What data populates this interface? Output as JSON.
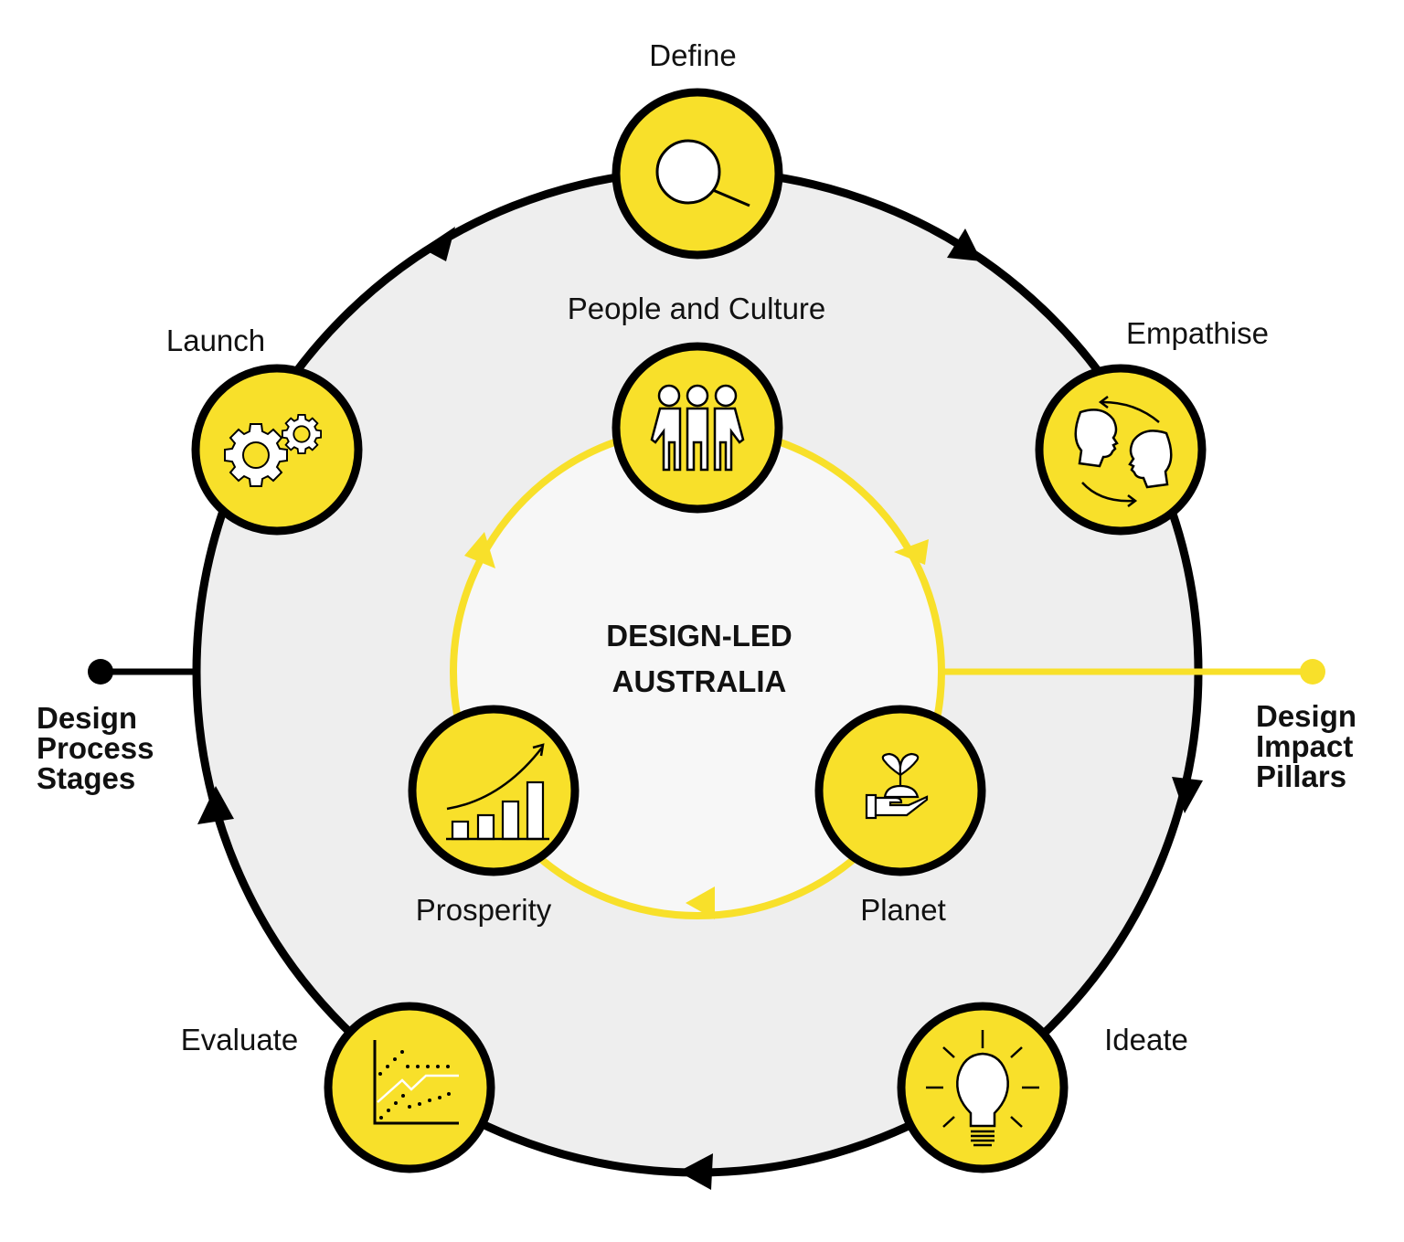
{
  "center": {
    "line1": "DESIGN-LED",
    "line2": "AUSTRALIA"
  },
  "colors": {
    "accent_yellow": "#f8e02a",
    "outline": "#000000",
    "outer_fill": "#eeeeee",
    "inner_fill": "#f7f7f7",
    "icon_fill": "#ffffff"
  },
  "process_stages": {
    "legend": [
      "Design",
      "Process",
      "Stages"
    ],
    "items": [
      {
        "label": "Define",
        "icon": "magnifier-icon"
      },
      {
        "label": "Empathise",
        "icon": "two-heads-exchange-icon"
      },
      {
        "label": "Ideate",
        "icon": "lightbulb-icon"
      },
      {
        "label": "Evaluate",
        "icon": "scatter-chart-icon"
      },
      {
        "label": "Launch",
        "icon": "gears-icon"
      }
    ]
  },
  "impact_pillars": {
    "legend": [
      "Design",
      "Impact",
      "Pillars"
    ],
    "items": [
      {
        "label": "People and Culture",
        "icon": "people-group-icon"
      },
      {
        "label": "Planet",
        "icon": "hand-seedling-icon"
      },
      {
        "label": "Prosperity",
        "icon": "growth-bar-chart-icon"
      }
    ]
  }
}
